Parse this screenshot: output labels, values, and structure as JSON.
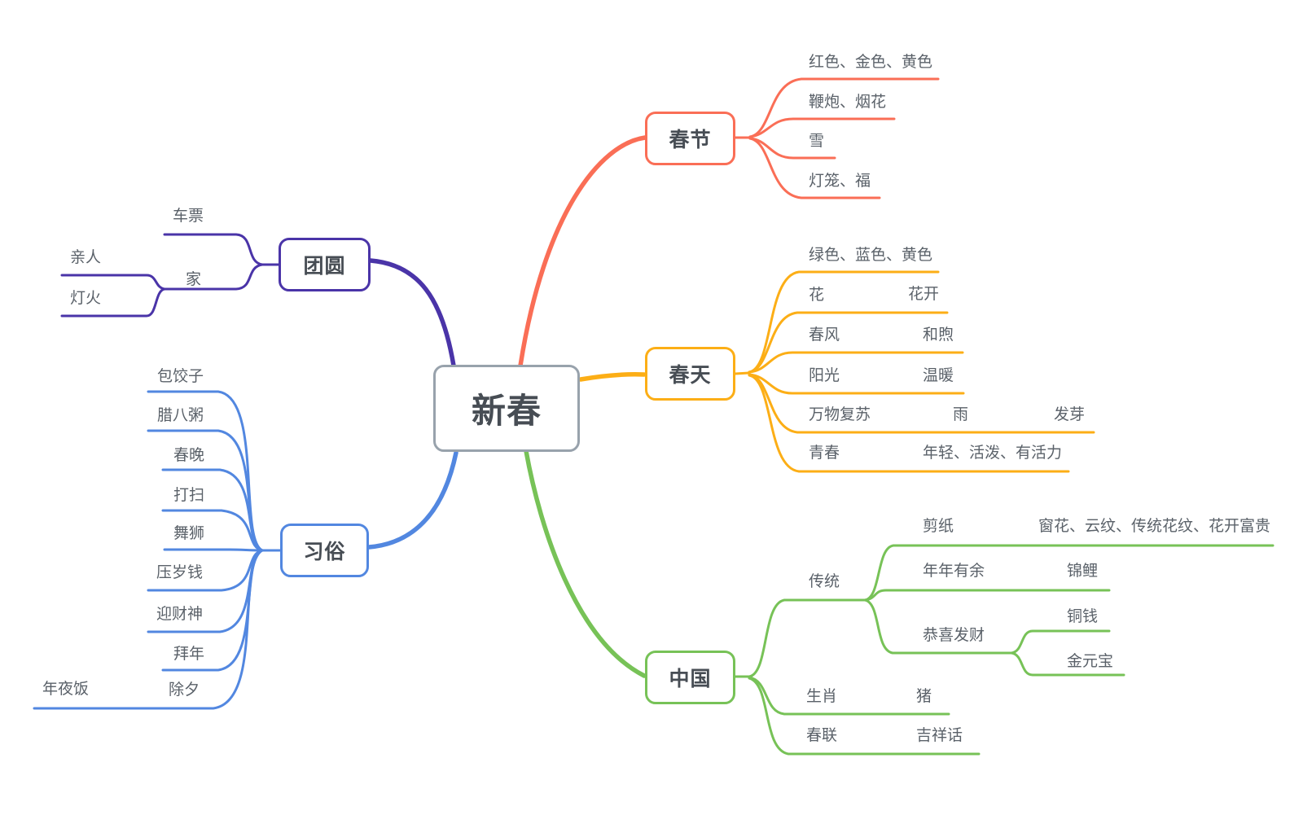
{
  "colors": {
    "chunjie": "#fa6e56",
    "tuanyuan": "#4a34a8",
    "chuntian": "#fcae16",
    "xisu": "#5287e0",
    "zhongguo": "#77c257",
    "root_border": "#98a2ac",
    "topic_text": "#474d54",
    "label_text": "#5a6169"
  },
  "root": {
    "label": "新春"
  },
  "branches": [
    {
      "id": "chunjie",
      "label": "春节",
      "children": [
        {
          "label": "红色、金色、黄色"
        },
        {
          "label": "鞭炮、烟花"
        },
        {
          "label": "雪"
        },
        {
          "label": "灯笼、福"
        }
      ]
    },
    {
      "id": "tuanyuan",
      "label": "团圆",
      "children": [
        {
          "label": "车票"
        },
        {
          "label": "家",
          "children": [
            {
              "label": "亲人"
            },
            {
              "label": "灯火"
            }
          ]
        }
      ]
    },
    {
      "id": "chuntian",
      "label": "春天",
      "children": [
        {
          "label": "绿色、蓝色、黄色"
        },
        {
          "label": "花",
          "children": [
            {
              "label": "花开"
            }
          ]
        },
        {
          "label": "春风",
          "children": [
            {
              "label": "和煦"
            }
          ]
        },
        {
          "label": "阳光",
          "children": [
            {
              "label": "温暖"
            }
          ]
        },
        {
          "label": "万物复苏",
          "children": [
            {
              "label": "雨",
              "children": [
                {
                  "label": "发芽"
                }
              ]
            }
          ]
        },
        {
          "label": "青春",
          "children": [
            {
              "label": "年轻、活泼、有活力"
            }
          ]
        }
      ]
    },
    {
      "id": "xisu",
      "label": "习俗",
      "children": [
        {
          "label": "包饺子"
        },
        {
          "label": "腊八粥"
        },
        {
          "label": "春晚"
        },
        {
          "label": "打扫"
        },
        {
          "label": "舞狮"
        },
        {
          "label": "压岁钱"
        },
        {
          "label": "迎财神"
        },
        {
          "label": "拜年"
        },
        {
          "label": "除夕",
          "children": [
            {
              "label": "年夜饭"
            }
          ]
        }
      ]
    },
    {
      "id": "zhongguo",
      "label": "中国",
      "children": [
        {
          "label": "传统",
          "children": [
            {
              "label": "剪纸",
              "children": [
                {
                  "label": "窗花、云纹、传统花纹、花开富贵"
                }
              ]
            },
            {
              "label": "年年有余",
              "children": [
                {
                  "label": "锦鲤"
                }
              ]
            },
            {
              "label": "恭喜发财",
              "children": [
                {
                  "label": "铜钱"
                },
                {
                  "label": "金元宝"
                }
              ]
            }
          ]
        },
        {
          "label": "生肖",
          "children": [
            {
              "label": "猪"
            }
          ]
        },
        {
          "label": "春联",
          "children": [
            {
              "label": "吉祥话"
            }
          ]
        }
      ]
    }
  ]
}
